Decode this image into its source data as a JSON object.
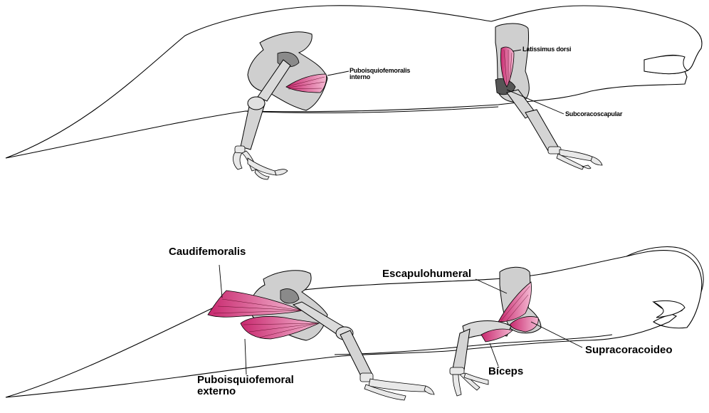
{
  "figure": {
    "top_panel": {
      "labels": {
        "pubois_interno_line1": "Puboisquiofemoralis",
        "pubois_interno_line2": "interno",
        "latissimus": "Latissimus dorsi",
        "subcoraco": "Subcoracoscapular"
      }
    },
    "bottom_panel": {
      "labels": {
        "caudifemoralis": "Caudifemoralis",
        "pubois_externo_line1": "Puboisquiofemoral",
        "pubois_externo_line2": "externo",
        "escapulohumeral": "Escapulohumeral",
        "supracoracoideo": "Supracoracoideo",
        "biceps": "Bíceps"
      }
    },
    "colors": {
      "outline": "#000000",
      "bone_light": "#d0d0d0",
      "bone_mid": "#a8a8a8",
      "bone_dark": "#808080",
      "muscle": "#e48cb4",
      "muscle_dark": "#c8286e"
    }
  }
}
